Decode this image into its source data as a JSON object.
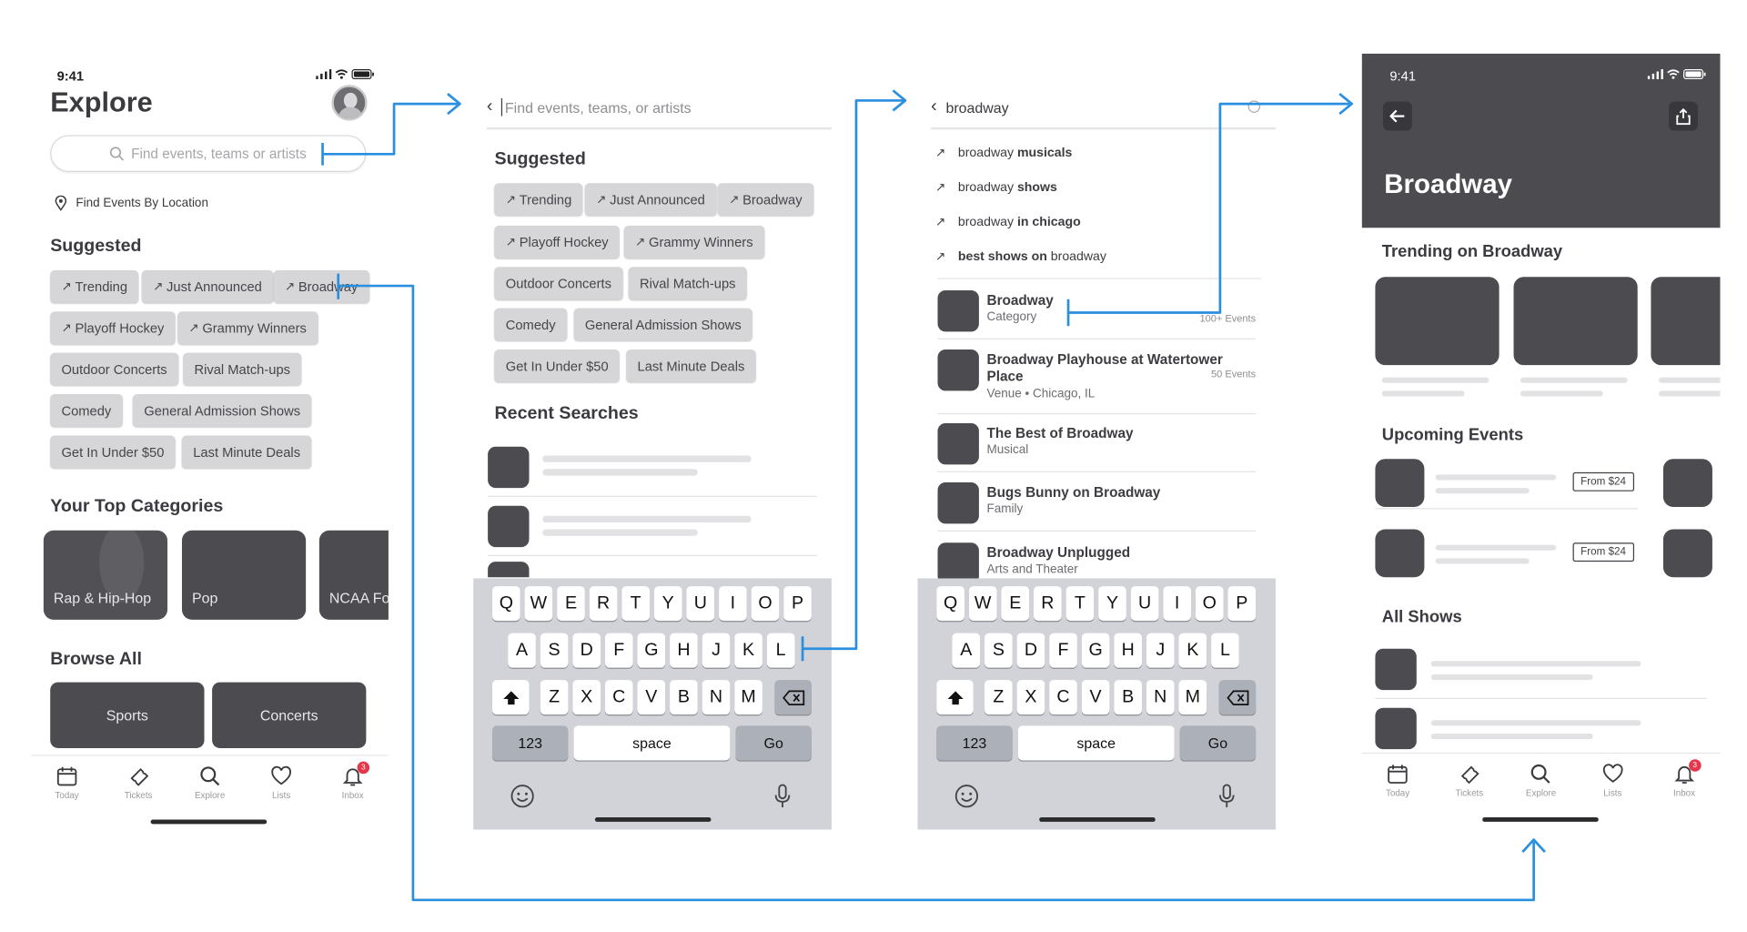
{
  "colors": {
    "flow": "#2b8fe0",
    "dark": "#4b4b50",
    "chip": "#d6d6d9",
    "badge": "#e5364b"
  },
  "status": {
    "time": "9:41"
  },
  "tabs": [
    {
      "label": "Today",
      "icon": "calendar-icon"
    },
    {
      "label": "Tickets",
      "icon": "ticket-icon"
    },
    {
      "label": "Explore",
      "icon": "search-icon"
    },
    {
      "label": "Lists",
      "icon": "heart-icon"
    },
    {
      "label": "Inbox",
      "icon": "bell-icon",
      "badge": "3"
    }
  ],
  "screen1": {
    "title": "Explore",
    "search_placeholder": "Find events, teams or artists",
    "location": "Find Events By Location",
    "suggested_title": "Suggested",
    "chips": [
      "Trending",
      "Just Announced",
      "Broadway",
      "Playoff Hockey",
      "Grammy Winners",
      "Outdoor Concerts",
      "Rival Match-ups",
      "Comedy",
      "General Admission Shows",
      "Get In Under $50",
      "Last Minute Deals"
    ],
    "top_categories_title": "Your Top Categories",
    "categories": [
      "Rap & Hip-Hop",
      "Pop",
      "NCAA Fo"
    ],
    "browse_title": "Browse All",
    "browse": [
      "Sports",
      "Concerts"
    ]
  },
  "screen2": {
    "placeholder": "Find events, teams, or artists",
    "suggested_title": "Suggested",
    "chips": [
      "Trending",
      "Just Announced",
      "Broadway",
      "Playoff Hockey",
      "Grammy Winners",
      "Outdoor Concerts",
      "Rival Match-ups",
      "Comedy",
      "General Admission Shows",
      "Get In Under $50",
      "Last Minute Deals"
    ],
    "recent_title": "Recent Searches"
  },
  "screen3": {
    "query": "broadway",
    "suggestions": [
      {
        "pre": "broadway ",
        "bold": "musicals",
        "post": ""
      },
      {
        "pre": "broadway ",
        "bold": "shows",
        "post": ""
      },
      {
        "pre": "broadway ",
        "bold": "in chicago",
        "post": ""
      },
      {
        "pre": "",
        "bold": "best shows on",
        "post": " broadway"
      }
    ],
    "results": [
      {
        "title": "Broadway",
        "sub": "Category",
        "count": "100+ Events"
      },
      {
        "title": "Broadway Playhouse at Watertower Place",
        "sub": "Venue • Chicago, IL",
        "count": "50 Events"
      },
      {
        "title": "The Best of Broadway",
        "sub": "Musical",
        "count": ""
      },
      {
        "title": "Bugs Bunny on Broadway",
        "sub": "Family",
        "count": ""
      },
      {
        "title": "Broadway Unplugged",
        "sub": "Arts and Theater",
        "count": ""
      }
    ]
  },
  "keyboard": {
    "row1": [
      "Q",
      "W",
      "E",
      "R",
      "T",
      "Y",
      "U",
      "I",
      "O",
      "P"
    ],
    "row2": [
      "A",
      "S",
      "D",
      "F",
      "G",
      "H",
      "J",
      "K",
      "L"
    ],
    "row3": [
      "Z",
      "X",
      "C",
      "V",
      "B",
      "N",
      "M"
    ],
    "num": "123",
    "space": "space",
    "go": "Go"
  },
  "screen4": {
    "title": "Broadway",
    "trending_title": "Trending on Broadway",
    "upcoming_title": "Upcoming Events",
    "price": "From $24",
    "allshows_title": "All Shows"
  }
}
